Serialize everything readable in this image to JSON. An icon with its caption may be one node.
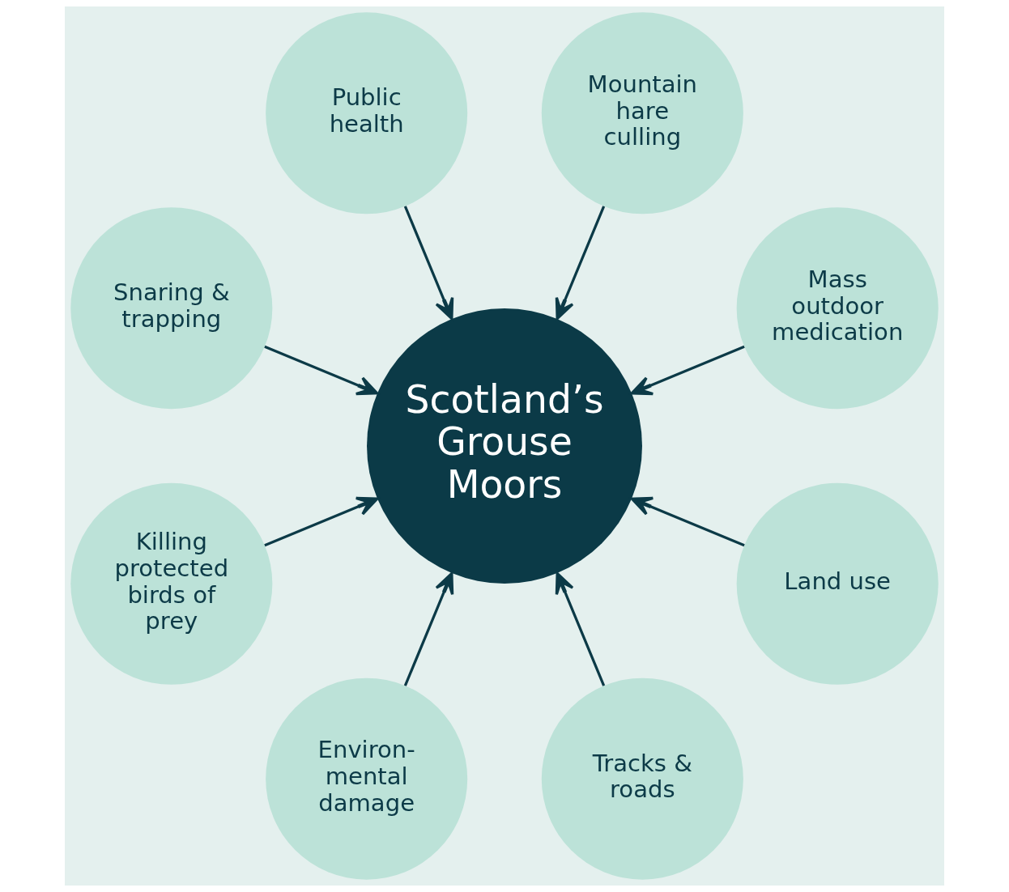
{
  "diagram": {
    "nodes": [
      {
        "text": [
          "Mass outdoor medication"
        ]
      },
      {
        "text": [
          "Mountain hare culling"
        ]
      },
      {
        "text": [
          "Public health"
        ]
      },
      {
        "text": [
          "Snaring & trapping"
        ]
      },
      {
        "text": [
          "Scotland’s Grouse Moors"
        ]
      },
      {
        "text": [
          "Killing protected birds of prey"
        ]
      },
      {
        "text": [
          "Environ- mental damage"
        ]
      },
      {
        "text": [
          "Tracks & roads"
        ]
      },
      {
        "text": [
          "Land use"
        ]
      }
    ],
    "edges": [
      {
        "from": 0,
        "to": 4,
        "arrow": "to"
      },
      {
        "from": 1,
        "to": 4,
        "arrow": "to"
      },
      {
        "from": 2,
        "to": 4,
        "arrow": "to"
      },
      {
        "from": 3,
        "to": 4,
        "arrow": "to"
      },
      {
        "from": 5,
        "to": 4,
        "arrow": "to"
      },
      {
        "from": 6,
        "to": 4,
        "arrow": "to"
      },
      {
        "from": 7,
        "to": 4,
        "arrow": "to"
      },
      {
        "from": 8,
        "to": 4,
        "arrow": "to"
      }
    ]
  }
}
